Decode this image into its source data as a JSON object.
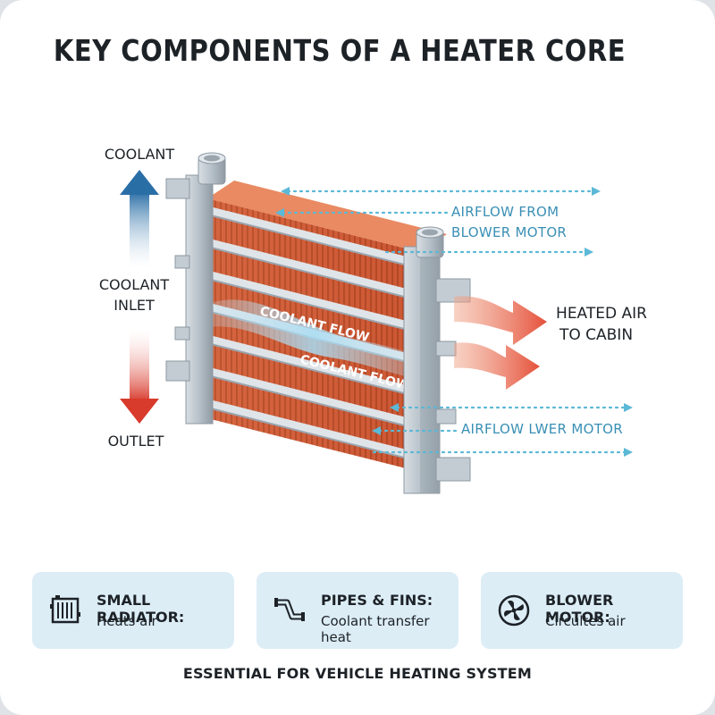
{
  "title": "KEY COMPONENTS OF A HEATER CORE",
  "labels": {
    "coolant_top": "COOLANT",
    "coolant_inlet_1": "COOLANT",
    "coolant_inlet_2": "INLET",
    "outlet": "OUTLET",
    "airflow_top_1": "AIRFLOW FROM",
    "airflow_top_2": "BLOWER MOTOR",
    "heated_air_1": "HEATED AIR",
    "heated_air_2": "TO CABIN",
    "airflow_bottom": "AIRFLOW LWER MOTOR",
    "coolant_flow_1": "COOLANT FLOW",
    "coolant_flow_2": "COOLANT FLOW"
  },
  "components": [
    {
      "title": "SMALL RADIATOR:",
      "subtitle": "Heats air",
      "icon": "radiator-icon"
    },
    {
      "title": "PIPES & FINS:",
      "subtitle": "Coolant transfer heat",
      "icon": "pipes-icon"
    },
    {
      "title": "BLOWER MOTOR:",
      "subtitle": "Circultes air",
      "icon": "fan-icon"
    }
  ],
  "footer": "ESSENTIAL FOR VEHICLE HEATING SYSTEM",
  "colors": {
    "accent_blue": "#3a8fb5",
    "accent_red": "#e5503a",
    "box_bg": "#dcedf6",
    "fin_orange": "#cf5a36",
    "frame_steel": "#b9c2ca"
  }
}
